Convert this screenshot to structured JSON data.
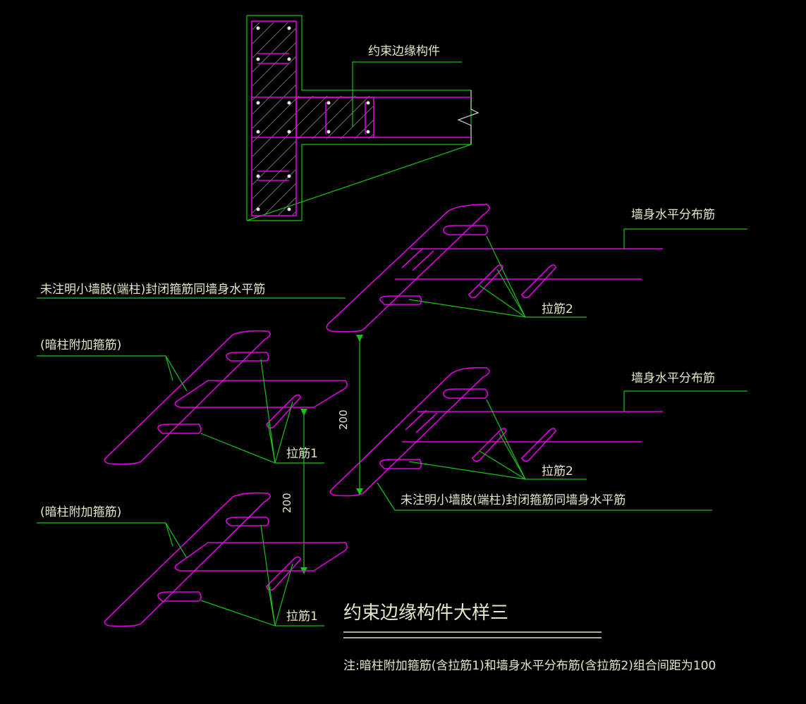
{
  "colors": {
    "background": "#000000",
    "rebar": "#e000e0",
    "leader": "#16c316",
    "text": "#e6e6c8",
    "dimension": "#16c316"
  },
  "labels": {
    "boundary_member": "约束边缘构件",
    "wall_horizontal_rebar_top": "墙身水平分布筋",
    "wall_horizontal_rebar_mid": "墙身水平分布筋",
    "closed_stirrup_top": "未注明小墙肢(端柱)封闭箍筋同墙身水平筋",
    "closed_stirrup_mid": "未注明小墙肢(端柱)封闭箍筋同墙身水平筋",
    "hidden_col_stirrup_1": "(暗柱附加箍筋)",
    "hidden_col_stirrup_2": "(暗柱附加箍筋)",
    "tie_bar_2_top": "拉筋2",
    "tie_bar_2_mid": "拉筋2",
    "tie_bar_1_top": "拉筋1",
    "tie_bar_1_bottom": "拉筋1"
  },
  "dimensions": {
    "spacing_right": "200",
    "spacing_left": "200"
  },
  "title": "约束边缘构件大样三",
  "note": "注:暗柱附加箍筋(含拉筋1)和墙身水平分布筋(含拉筋2)组合间距为100"
}
